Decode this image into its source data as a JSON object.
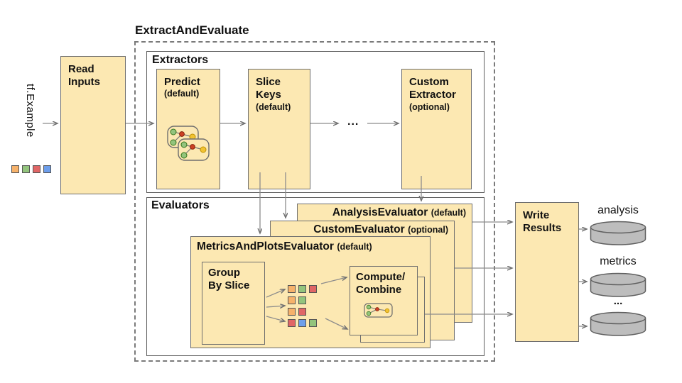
{
  "title": "ExtractAndEvaluate",
  "input": {
    "label": "tf.Example",
    "squares": [
      "orange",
      "green",
      "red",
      "blue"
    ]
  },
  "read_inputs": {
    "label": "Read\nInputs"
  },
  "sections": {
    "extractors": "Extractors",
    "evaluators": "Evaluators"
  },
  "extractors": [
    {
      "title": "Predict",
      "subtitle": "(default)"
    },
    {
      "title": "Slice\nKeys",
      "subtitle": "(default)"
    },
    {
      "title": "Custom\nExtractor",
      "subtitle": "(optional)"
    }
  ],
  "extractor_ellipsis": "...",
  "evaluators": [
    {
      "title": "AnalysisEvaluator",
      "qualifier": "(default)"
    },
    {
      "title": "CustomEvaluator",
      "qualifier": "(optional)"
    },
    {
      "title": "MetricsAndPlotsEvaluator",
      "qualifier": "(default)"
    }
  ],
  "group_by_slice": {
    "label": "Group\nBy Slice"
  },
  "compute_combine": {
    "label": "Compute/\nCombine"
  },
  "write_results": {
    "label": "Write\nResults"
  },
  "outputs": {
    "labels": [
      "analysis",
      "metrics",
      "..."
    ]
  },
  "slice_grid": {
    "rows": [
      [
        "orange",
        "green",
        "red"
      ],
      [
        "orange",
        "green"
      ],
      [
        "orange",
        "red"
      ],
      [
        "red",
        "blue",
        "green"
      ]
    ]
  },
  "colors": {
    "box_fill": "#FCE8B2",
    "box_border": "#6E6E6E",
    "container_border": "#5F5F5F",
    "arrow": "#8C8C8C",
    "cylinder_fill": "#BDBDBD",
    "cylinder_border": "#5F5F5F",
    "node_green": "#93C47D",
    "node_red": "#CC4125",
    "node_yellow": "#F1C232",
    "palette": {
      "orange": "#F6B26B",
      "green": "#93C47D",
      "red": "#E06666",
      "blue": "#6D9EEB"
    }
  }
}
